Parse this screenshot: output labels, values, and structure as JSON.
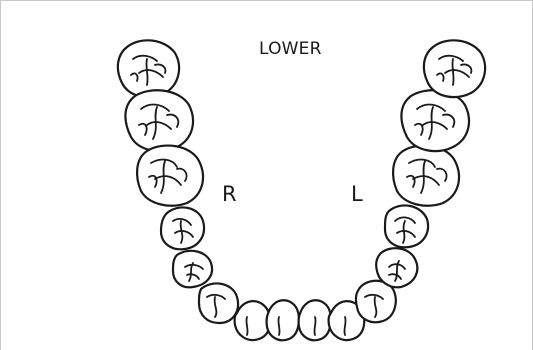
{
  "arch": {
    "title": "LOWER",
    "right_label": "R",
    "left_label": "L"
  },
  "teeth": {
    "right_side": [
      "molar",
      "molar",
      "molar",
      "premolar",
      "premolar",
      "canine",
      "lateral-incisor",
      "central-incisor"
    ],
    "left_side": [
      "central-incisor",
      "lateral-incisor",
      "canine",
      "premolar",
      "premolar",
      "molar",
      "molar",
      "molar"
    ]
  },
  "colors": {
    "line": "#1a1a1a",
    "background": "#ffffff",
    "border": "#c8c8c8"
  }
}
